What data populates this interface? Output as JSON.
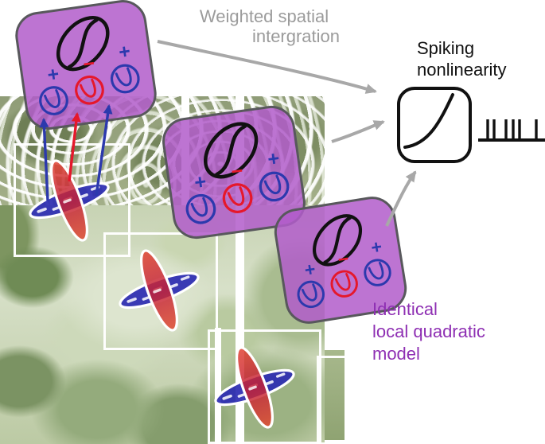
{
  "annotations": {
    "weighted_spatial": {
      "line1": "Weighted spatial",
      "line2": "intergration"
    },
    "spiking_nonlinearity": {
      "line1": "Spiking",
      "line2": "nonlinearity"
    },
    "identical_model": {
      "line1": "Identical",
      "line2": "local quadratic",
      "line3": "model"
    }
  },
  "model_boxes": [
    {
      "position": "top-left",
      "signs": [
        "+",
        "−",
        "+"
      ]
    },
    {
      "position": "middle",
      "signs": [
        "+",
        "−",
        "+"
      ]
    },
    {
      "position": "bottom-right",
      "signs": [
        "+",
        "−",
        "+"
      ]
    }
  ],
  "spike_train": {
    "spike_offsets": [
      13,
      21,
      36,
      45,
      53,
      74
    ],
    "baseline_width": 85,
    "spike_height": 26
  },
  "colors": {
    "purple_box_fill": "#b15cca",
    "purple_box_border": "#58585c",
    "purple_text": "#8e2fb3",
    "gray_text": "#9b9b9b",
    "gray_arrow": "#a8a8a8",
    "blue_subunit": "#2c39ad",
    "red_subunit": "#e5182b",
    "black_ink": "#111111"
  }
}
